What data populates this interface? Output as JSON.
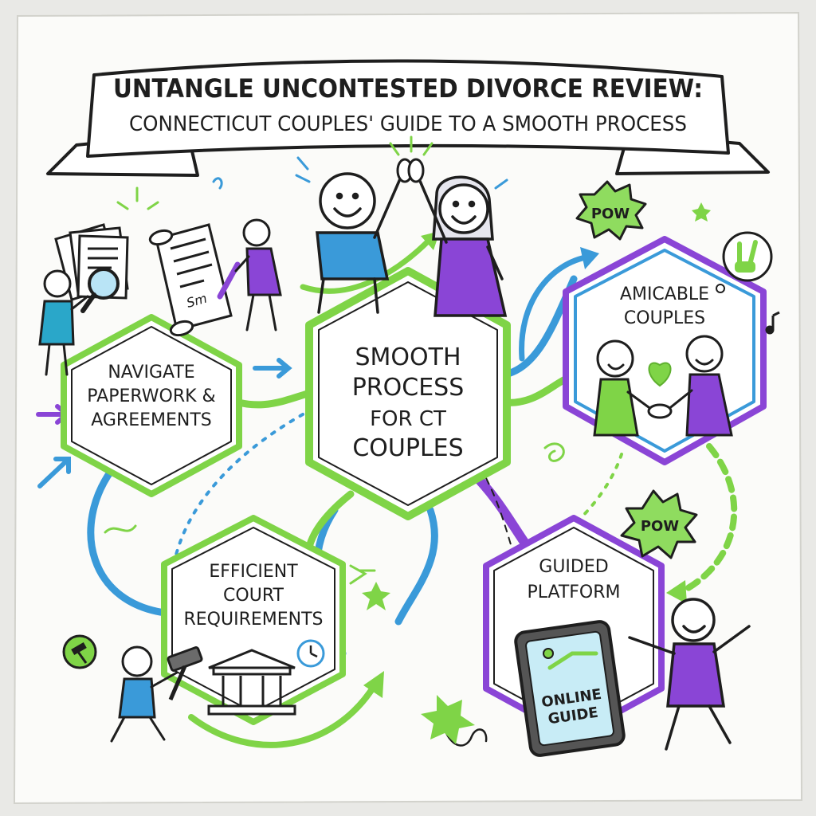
{
  "banner": {
    "line1": "UNTANGLE UNCONTESTED DIVORCE REVIEW:",
    "line2": "CONNECTICUT COUPLES' GUIDE TO A SMOOTH PROCESS"
  },
  "nodes": {
    "center": [
      "SMOOTH",
      "PROCESS",
      "FOR CT",
      "COUPLES"
    ],
    "paperwork": [
      "NAVIGATE",
      "PAPERWORK &",
      "AGREEMENTS"
    ],
    "amicable": [
      "AMICABLE",
      "COUPLES"
    ],
    "court": [
      "EFFICIENT",
      "COURT",
      "REQUIREMENTS"
    ],
    "platform": [
      "GUIDED",
      "PLATFORM"
    ]
  },
  "bursts": {
    "top": "POW",
    "bottom": "POW"
  },
  "tablet": {
    "line1": "ONLINE",
    "line2": "GUIDE"
  },
  "signature": "Sm",
  "colors": {
    "green": "#7fd447",
    "blue": "#3a9ad9",
    "purple": "#8a45d6",
    "teal": "#2aa7c9",
    "ink": "#1e1e1e",
    "paper": "#fbfbf9"
  },
  "icons": [
    "magnifier-icon",
    "documents-icon",
    "scroll-icon",
    "pen-icon",
    "heart-icon",
    "handshake-icon",
    "peace-sign-icon",
    "music-note-icon",
    "gavel-icon",
    "courthouse-icon",
    "clock-icon",
    "tablet-icon"
  ]
}
